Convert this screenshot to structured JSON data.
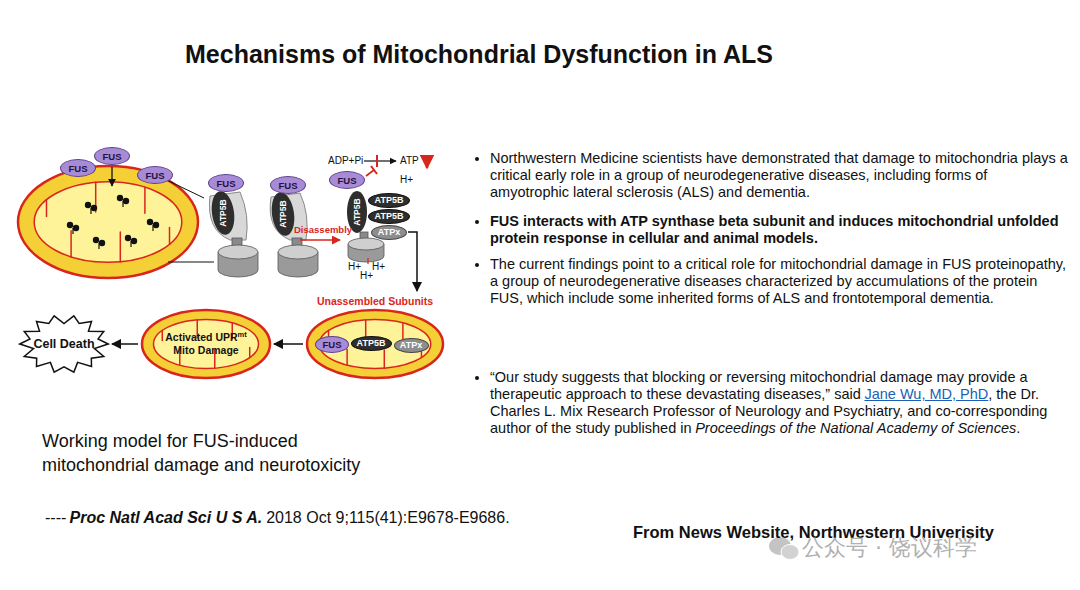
{
  "diagram": {
    "title": "Mechanisms of Mitochondrial Dysfunction in ALS",
    "caption": "Working model for FUS-induced mitochondrial damage and neurotoxicity",
    "nodes": [
      {
        "text": [
          "FUS"
        ]
      },
      {
        "text": [
          "FUS"
        ]
      },
      {
        "text": [
          "FUS"
        ]
      },
      {
        "text": [
          "FUS"
        ]
      },
      {
        "text": [
          "FUS"
        ]
      },
      {
        "text": [
          "FUS"
        ]
      },
      {
        "text": [
          "ATP5B"
        ]
      },
      {
        "text": [
          "ATP5B"
        ]
      },
      {
        "text": [
          "ATPx"
        ]
      },
      {
        "text": [
          "Unassembled Subunits"
        ]
      },
      {
        "text": [
          "FUS"
        ],
        "in": 9
      },
      {
        "text": [
          "ATP5B"
        ],
        "in": 9
      },
      {
        "text": [
          "ATPx"
        ],
        "in": 9
      },
      {
        "text": [
          "Activated UPR",
          "mt",
          "Mito Damage"
        ]
      },
      {
        "text": [
          "Cell Death"
        ]
      }
    ],
    "edges": [
      {
        "from": 8,
        "to": 9,
        "arrow": "to"
      },
      {
        "from": 9,
        "to": 13,
        "arrow": "to"
      },
      {
        "from": 13,
        "to": 14,
        "arrow": "to"
      }
    ],
    "labels": [
      "ADP+Pi",
      "ATP",
      "H+",
      "ATP5B",
      "ATP5B",
      "Disassembly",
      "ATP5B",
      "H+",
      "H+",
      "H+",
      "Northwestern Medicine scientists have demonstrated that damage to mitochondria plays a critical early role in a group of neurodegenerative diseases, including forms of amyotrophic lateral sclerosis (ALS) and dementia.",
      "FUS interacts with ATP synthase beta subunit and induces mitochondrial unfolded protein response in cellular and animal models.",
      "The current findings point to a critical role for mitochondrial damage in FUS proteinopathy, a group of neurodegenerative diseases characterized by accumulations of the protein FUS, which include some inherited forms of ALS and frontotemporal dementia.",
      "“Our study suggests that blocking or reversing mitochondrial damage may provide a therapeutic approach to these devastating diseases,” said",
      "Jane Wu, MD, PhD",
      ", the Dr. Charles L. Mix Research Professor of Neurology and Psychiatry, and co-corresponding author of the study published in",
      "Proceedings of the National Academy of Sciences",
      ".",
      "----",
      "Proc Natl Acad Sci U S A.",
      "2018 Oct 9;115(41):E9678-E9686.",
      "From News Website, Northwestern Univerisity",
      "公众号 · 饶议科学"
    ]
  }
}
